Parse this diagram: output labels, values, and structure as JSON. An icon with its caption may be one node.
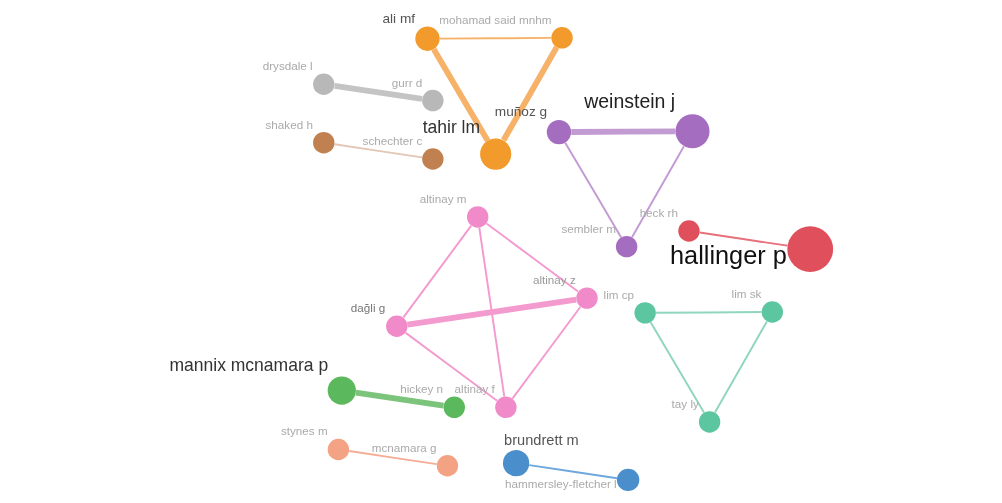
{
  "diagram": {
    "nodes": [
      {
        "text": [],
        "shape": "circle",
        "beside": [
          "mannix mcnamara p"
        ]
      },
      {
        "text": [],
        "shape": "circle",
        "beside": [
          "hickey n"
        ]
      },
      {
        "text": [],
        "shape": "circle",
        "beside": [
          "lim cp"
        ]
      },
      {
        "text": [],
        "shape": "circle",
        "beside": [
          "lim sk"
        ]
      },
      {
        "text": [],
        "shape": "circle",
        "beside": [
          "tay ly"
        ]
      },
      {
        "text": [],
        "shape": "circle",
        "beside": [
          "ali mf"
        ]
      },
      {
        "text": [],
        "shape": "circle",
        "beside": [
          "mohamad said mnhm"
        ]
      },
      {
        "text": [],
        "shape": "circle",
        "beside": [
          "tahir lm"
        ]
      },
      {
        "text": [],
        "shape": "circle",
        "beside": [
          "stynes m"
        ]
      },
      {
        "text": [],
        "shape": "circle",
        "beside": [
          "mcnamara g"
        ]
      },
      {
        "text": [],
        "shape": "circle",
        "beside": [
          "brundrett m"
        ]
      },
      {
        "text": [],
        "shape": "circle",
        "beside": [
          "hammersley-fletcher l"
        ]
      },
      {
        "text": [],
        "shape": "circle",
        "beside": [
          "drysdale l"
        ]
      },
      {
        "text": [],
        "shape": "circle",
        "beside": [
          "gurr d"
        ]
      },
      {
        "text": [],
        "shape": "circle",
        "beside": [
          "heck rh"
        ]
      },
      {
        "text": [],
        "shape": "circle",
        "beside": [
          "hallinger p"
        ]
      },
      {
        "text": [],
        "shape": "circle",
        "beside": [
          "shaked h"
        ]
      },
      {
        "text": [],
        "shape": "circle",
        "beside": [
          "schechter c"
        ]
      },
      {
        "text": [],
        "shape": "circle",
        "beside": [
          "muñoz g"
        ]
      },
      {
        "text": [],
        "shape": "circle",
        "beside": [
          "weinstein j"
        ]
      },
      {
        "text": [],
        "shape": "circle",
        "beside": [
          "sembler m"
        ]
      },
      {
        "text": [],
        "shape": "circle",
        "beside": [
          "dağli g"
        ]
      },
      {
        "text": [],
        "shape": "circle",
        "beside": [
          "altinay z"
        ]
      },
      {
        "text": [],
        "shape": "circle",
        "beside": [
          "altinay f"
        ]
      },
      {
        "text": [],
        "shape": "circle",
        "beside": [
          "altinay m"
        ]
      }
    ],
    "edges": [
      {
        "from": 1,
        "to": 0,
        "arrow": "none",
        "style": "thick",
        "color": "#7cc47c"
      },
      {
        "from": 2,
        "to": 3,
        "arrow": "none",
        "color": "#8fd6bd"
      },
      {
        "from": 2,
        "to": 4,
        "arrow": "none",
        "color": "#8fd6bd"
      },
      {
        "from": 4,
        "to": 3,
        "arrow": "none",
        "color": "#8fd6bd"
      },
      {
        "from": 5,
        "to": 7,
        "arrow": "none",
        "style": "thick",
        "color": "#f7b26a"
      },
      {
        "from": 5,
        "to": 6,
        "arrow": "none",
        "color": "#f7b26a"
      },
      {
        "from": 7,
        "to": 6,
        "arrow": "none",
        "style": "thick",
        "color": "#f7b26a"
      },
      {
        "from": 8,
        "to": 9,
        "arrow": "none",
        "color": "#f4ad94"
      },
      {
        "from": 11,
        "to": 10,
        "arrow": "none",
        "color": "#6fa8dc"
      },
      {
        "from": 12,
        "to": 13,
        "arrow": "none",
        "style": "thick",
        "color": "#c4c4c4"
      },
      {
        "from": 14,
        "to": 15,
        "arrow": "none",
        "color": "#e8707a"
      },
      {
        "from": 16,
        "to": 17,
        "arrow": "none",
        "color": "#e3c6b4"
      },
      {
        "from": 18,
        "to": 19,
        "arrow": "none",
        "style": "thick",
        "color": "#c39bd3"
      },
      {
        "from": 18,
        "to": 20,
        "arrow": "none",
        "color": "#c39bd3"
      },
      {
        "from": 20,
        "to": 19,
        "arrow": "none",
        "color": "#c39bd3"
      },
      {
        "from": 22,
        "to": 21,
        "arrow": "none",
        "style": "thick",
        "color": "#f39bcf"
      },
      {
        "from": 21,
        "to": 23,
        "arrow": "none",
        "color": "#f39bcf"
      },
      {
        "from": 21,
        "to": 24,
        "arrow": "none",
        "color": "#f39bcf"
      },
      {
        "from": 22,
        "to": 23,
        "arrow": "none",
        "color": "#f39bcf"
      },
      {
        "from": 22,
        "to": 24,
        "arrow": "none",
        "color": "#f39bcf"
      },
      {
        "from": 24,
        "to": 23,
        "arrow": "none",
        "color": "#f39bcf"
      }
    ]
  }
}
